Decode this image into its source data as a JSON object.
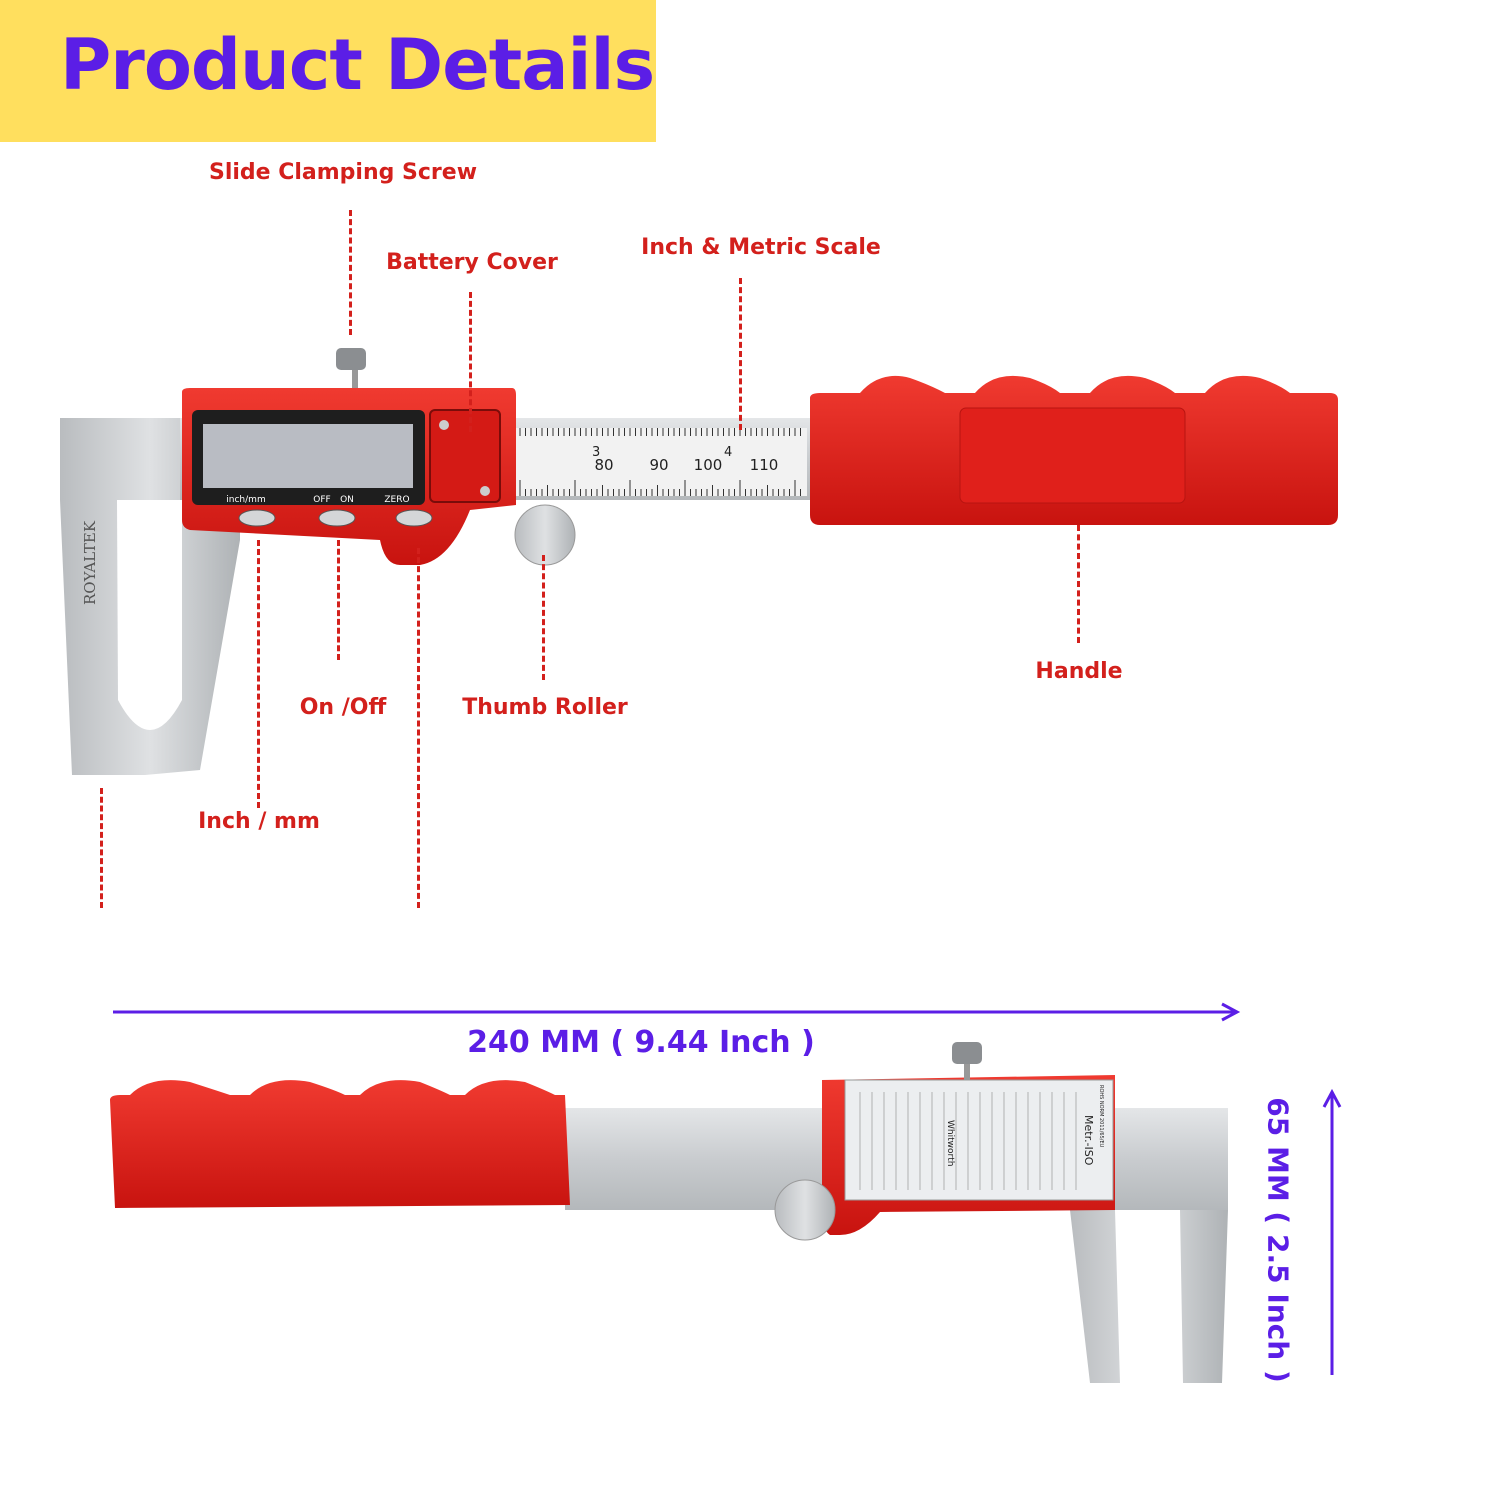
{
  "header": {
    "title": "Product Details"
  },
  "callouts": {
    "slide_clamping_screw": "Slide Clamping Screw",
    "battery_cover": "Battery Cover",
    "scale": "Inch & Metric Scale",
    "handle": "Handle",
    "thumb_roller": "Thumb Roller",
    "on_off": "On /Off",
    "inch_mm": "Inch / mm"
  },
  "dimensions": {
    "length": "240 MM ( 9.44 Inch )",
    "height": "65 MM ( 2.5 Inch )"
  },
  "caliper": {
    "brand_logo": "ROYALTEK",
    "buttons": {
      "inch_mm": "inch/mm",
      "off": "OFF",
      "on": "ON",
      "zero": "ZERO"
    },
    "scale_mm": [
      "80",
      "90",
      "100",
      "110"
    ],
    "scale_inch": [
      "3",
      "4"
    ],
    "back_table": {
      "heading": "Metr.-ISO",
      "subheading": "Whitworth",
      "norm": "ROHS NORM 2011/65/EU"
    }
  },
  "colors": {
    "accent_purple": "#5b1ee6",
    "banner_yellow": "#ffdf5e",
    "callout_red": "#d3201c",
    "caliper_red": "#e3231f"
  }
}
